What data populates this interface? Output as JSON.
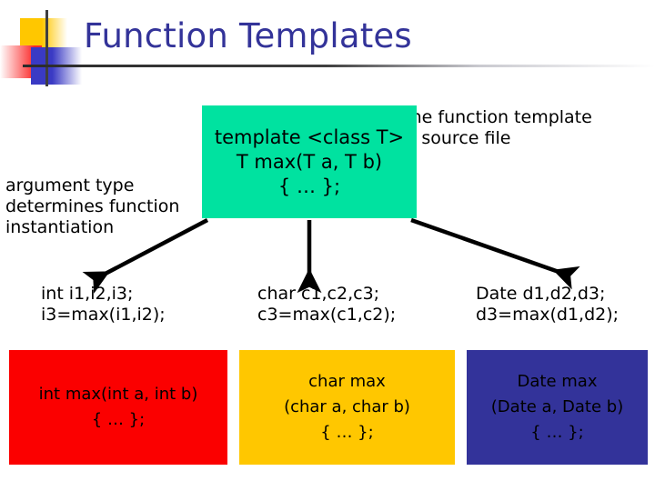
{
  "slide": {
    "title": "Function Templates",
    "title_color": "#333399",
    "background": "#ffffff"
  },
  "decor": {
    "yellow_color": "#FFC700",
    "red_color": "#FB2B2B",
    "blue_color": "#3A3AC4",
    "rule_color": "#3F3F3F"
  },
  "annotations": {
    "left_note": "argument type\ndetermines function\ninstantiation",
    "right_note": "one function template\nin source file"
  },
  "template_box": {
    "color": "#00E2A0",
    "text": "template <class T>\n  T max(T a, T b)\n      { … };"
  },
  "instantiation_calls": [
    {
      "name": "int-call",
      "text": "int i1,i2,i3;\ni3=max(i1,i2);"
    },
    {
      "name": "char-call",
      "text": "char c1,c2,c3;\nc3=max(c1,c2);"
    },
    {
      "name": "date-call",
      "text": "Date d1,d2,d3;\nd3=max(d1,d2);"
    }
  ],
  "generated_functions": [
    {
      "name": "int-function",
      "color": "#FB0000",
      "text": "int max(int a, int b)\n{ … };"
    },
    {
      "name": "char-function",
      "color": "#FFC700",
      "text": "char max\n(char a, char b)\n{ … };"
    },
    {
      "name": "date-function",
      "color": "#33339A",
      "text": "Date max\n(Date a, Date b)\n{ … };"
    }
  ],
  "arrows": {
    "color": "#000000",
    "count": 3,
    "description": "three arrows fan out from the bottom of the template box to each instantiation call"
  }
}
